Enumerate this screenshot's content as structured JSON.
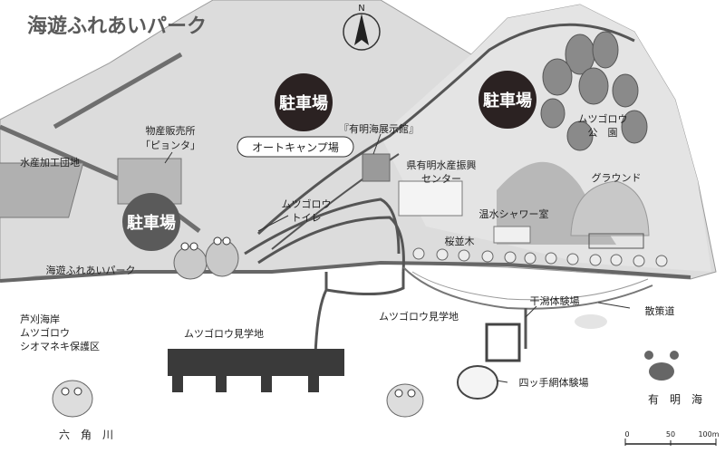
{
  "title": "海遊ふれあいパーク",
  "compass": "N",
  "parking": [
    "駐車場",
    "駐車場",
    "駐車場"
  ],
  "labels": {
    "bussan_1": "物産販売所",
    "bussan_2": "「ピョンタ」",
    "suisan": "水産加工団地",
    "ariake_museum": "『有明海展示館』",
    "autocamp": "オートキャンプ場",
    "center_1": "県有明水産振興",
    "center_2": "センター",
    "toilet_1": "ムツゴロウ",
    "toilet_2": "トイレ",
    "park_name": "海遊ふれあいパーク",
    "park_1": "ムツゴロウ",
    "park_2": "公　園",
    "ground": "グラウンド",
    "onsen": "温水シャワー室",
    "sakura": "桜並木",
    "higata": "干潟体験場",
    "sansaku": "散策道",
    "left_1": "芦刈海岸",
    "left_2": "ムツゴロウ",
    "left_3": "シオマネキ保護区",
    "mutsu_left": "ムツゴロウ見学地",
    "mutsu_right": "ムツゴロウ見学地",
    "yotsude": "四ッ手網体験場",
    "ariakekai": "有　明　海",
    "rokkaku": "六　角　川"
  },
  "scale": {
    "ticks": [
      "0",
      "50",
      "100m"
    ]
  }
}
